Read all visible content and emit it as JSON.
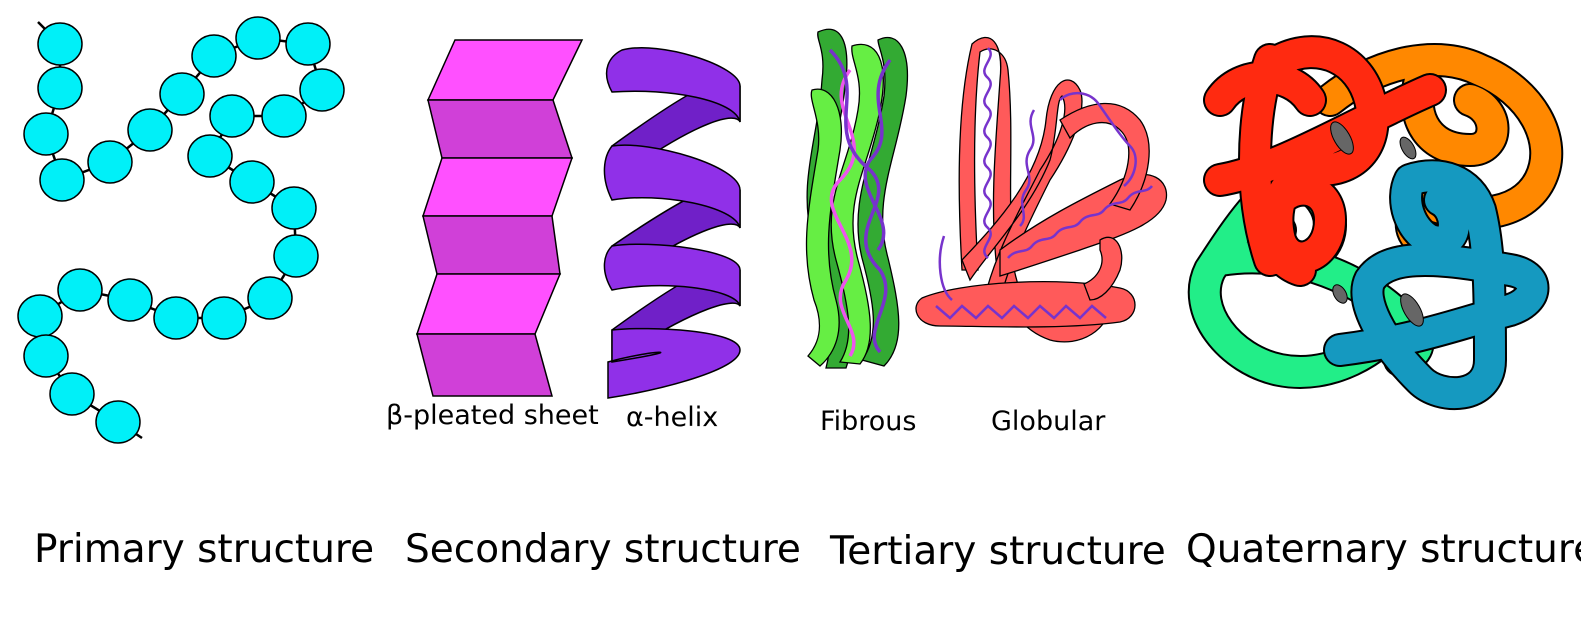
{
  "sublabels": {
    "beta_sheet": "β-pleated sheet",
    "alpha_helix": "α-helix",
    "fibrous": "Fibrous",
    "globular": "Globular"
  },
  "labels": {
    "primary": "Primary structure",
    "secondary": "Secondary structure",
    "tertiary": "Tertiary structure",
    "quaternary": "Quaternary structure"
  },
  "colors": {
    "amino_acid": "#00f0f8",
    "beta_sheet_light": "#ff50ff",
    "beta_sheet_dark": "#d040d8",
    "helix_light": "#9030e8",
    "helix_dark": "#7020c8",
    "fibrous_light": "#66ee44",
    "fibrous_dark": "#33aa33",
    "fibrous_strand_a": "#ee55ee",
    "fibrous_strand_b": "#7733cc",
    "globular_body": "#ff5a5a",
    "globular_coil": "#7733cc",
    "subunit_red": "#ff2a10",
    "subunit_orange": "#ff8800",
    "subunit_green": "#22ee88",
    "subunit_blue": "#1599c0",
    "heme": "#666666"
  }
}
